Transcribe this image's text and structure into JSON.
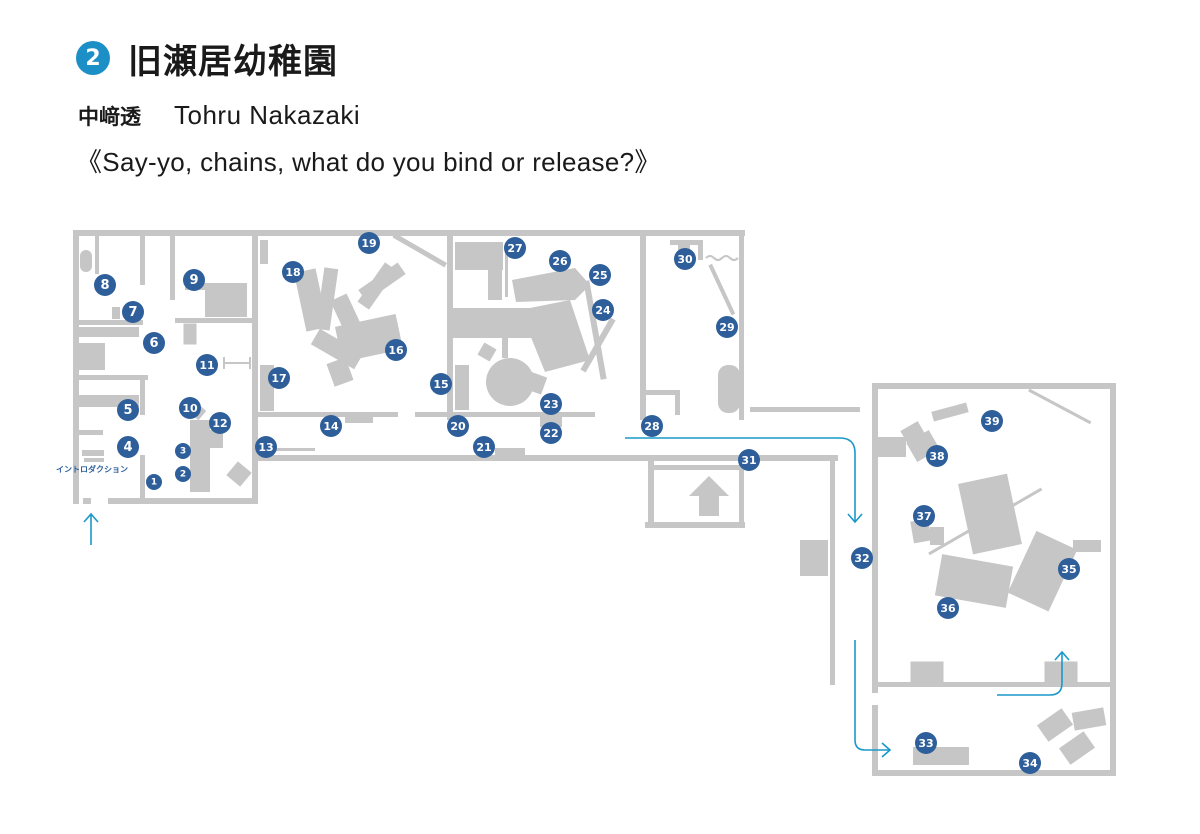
{
  "header": {
    "number": "2",
    "title": "旧瀬居幼稚園",
    "artist_jp": "中﨑透",
    "artist_en": "Tohru Nakazaki",
    "work_title": "《Say-yo, chains, what do you bind or release?》"
  },
  "map": {
    "intro_label": "イントロダクション",
    "markers": [
      "1",
      "2",
      "3",
      "4",
      "5",
      "6",
      "7",
      "8",
      "9",
      "10",
      "11",
      "12",
      "13",
      "14",
      "15",
      "16",
      "17",
      "18",
      "19",
      "20",
      "21",
      "22",
      "23",
      "24",
      "25",
      "26",
      "27",
      "28",
      "29",
      "30",
      "31",
      "32",
      "33",
      "34",
      "35",
      "36",
      "37",
      "38",
      "39"
    ]
  },
  "colors": {
    "accent": "#1c8fc6",
    "marker": "#2e5f9a",
    "route": "#1b98c9",
    "wall": "#c6c6c6"
  }
}
